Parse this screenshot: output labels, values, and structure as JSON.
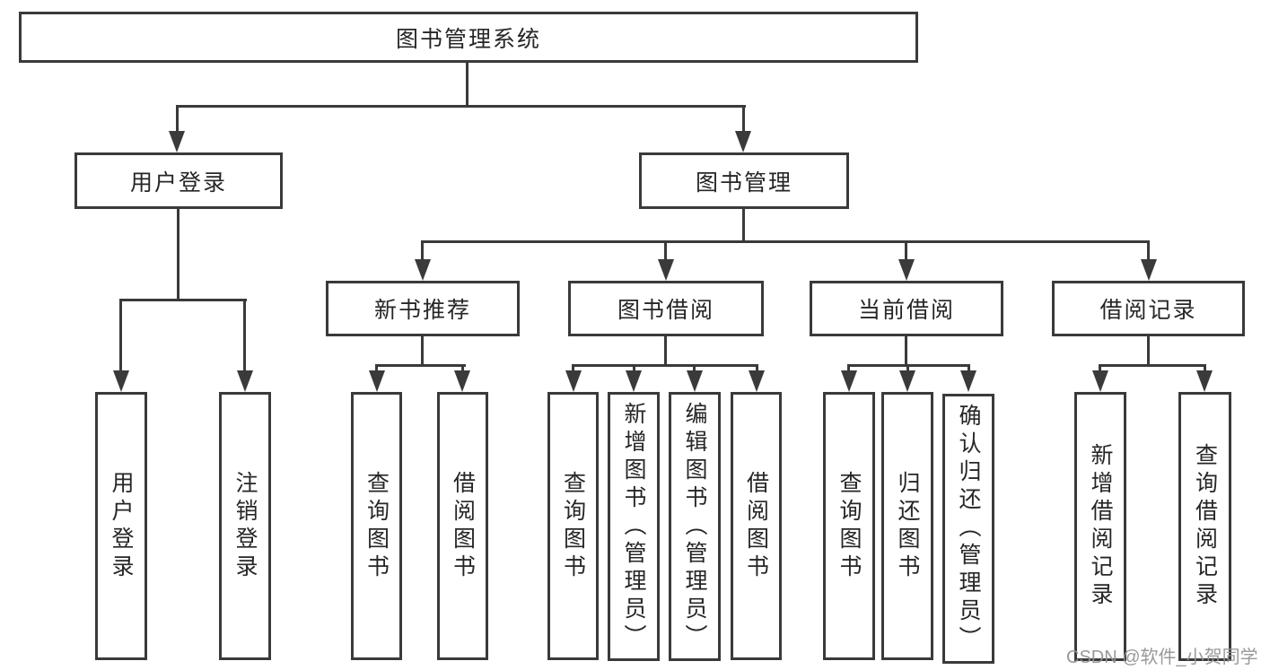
{
  "diagram": {
    "type": "hierarchy-tree",
    "colors": {
      "line": "#3a3a3a",
      "box_border": "#3a3a3a",
      "text": "#262626",
      "background": "#ffffff",
      "watermark": "#949494"
    },
    "tree": {
      "label": "图书管理系统",
      "children": [
        {
          "label": "用户登录",
          "children": [
            {
              "label": "用户登录"
            },
            {
              "label": "注销登录"
            }
          ]
        },
        {
          "label": "图书管理",
          "children": [
            {
              "label": "新书推荐",
              "children": [
                {
                  "label": "查询图书"
                },
                {
                  "label": "借阅图书"
                }
              ]
            },
            {
              "label": "图书借阅",
              "children": [
                {
                  "label": "查询图书"
                },
                {
                  "label": "新增图书（管理员）"
                },
                {
                  "label": "编辑图书（管理员）"
                },
                {
                  "label": "借阅图书"
                }
              ]
            },
            {
              "label": "当前借阅",
              "children": [
                {
                  "label": "查询图书"
                },
                {
                  "label": "归还图书"
                },
                {
                  "label": "确认归还（管理员）"
                }
              ]
            },
            {
              "label": "借阅记录",
              "children": [
                {
                  "label": "新增借阅记录"
                },
                {
                  "label": "查询借阅记录"
                }
              ]
            }
          ]
        }
      ]
    },
    "watermark": {
      "text": "CSDN @软件_小贺同学"
    }
  }
}
